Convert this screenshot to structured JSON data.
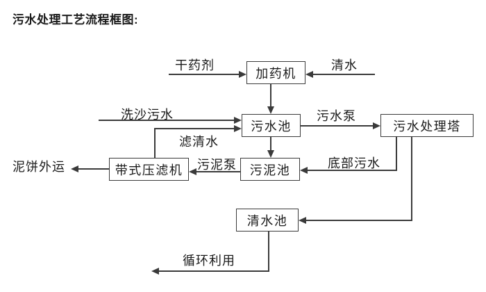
{
  "title": "污水处理工艺流程框图:",
  "colors": {
    "background": "#ffffff",
    "line": "#3a3a3a",
    "text": "#1a1a1a"
  },
  "boxes": {
    "dosing_machine": "加药机",
    "sewage_pool": "污水池",
    "treatment_tower": "污水处理塔",
    "belt_filter_press": "带式压滤机",
    "sludge_pool": "污泥池",
    "clean_water_pool": "清水池"
  },
  "flow_labels": {
    "dry_chemical": "干药剂",
    "clean_water": "清水",
    "sand_wash_sewage": "洗沙污水",
    "sewage_pump": "污水泵",
    "filtered_water": "滤清水",
    "mud_cake_out": "泥饼外运",
    "sludge_pump": "污泥泵",
    "bottom_sewage": "底部污水",
    "recycle": "循环利用"
  },
  "edges": [
    {
      "from": "external",
      "to": "dosing_machine",
      "label": "干药剂"
    },
    {
      "from": "external",
      "to": "dosing_machine",
      "label": "清水"
    },
    {
      "from": "dosing_machine",
      "to": "sewage_pool",
      "label": ""
    },
    {
      "from": "external",
      "to": "sewage_pool",
      "label": "洗沙污水"
    },
    {
      "from": "belt_filter_press",
      "to": "sewage_pool",
      "label": "滤清水"
    },
    {
      "from": "sewage_pool",
      "to": "treatment_tower",
      "label": "污水泵"
    },
    {
      "from": "sewage_pool",
      "to": "sludge_pool",
      "label": ""
    },
    {
      "from": "treatment_tower",
      "to": "sludge_pool",
      "label": "底部污水"
    },
    {
      "from": "sludge_pool",
      "to": "belt_filter_press",
      "label": "污泥泵"
    },
    {
      "from": "belt_filter_press",
      "to": "external",
      "label": "泥饼外运"
    },
    {
      "from": "treatment_tower",
      "to": "clean_water_pool",
      "label": ""
    },
    {
      "from": "clean_water_pool",
      "to": "external",
      "label": "循环利用"
    }
  ]
}
